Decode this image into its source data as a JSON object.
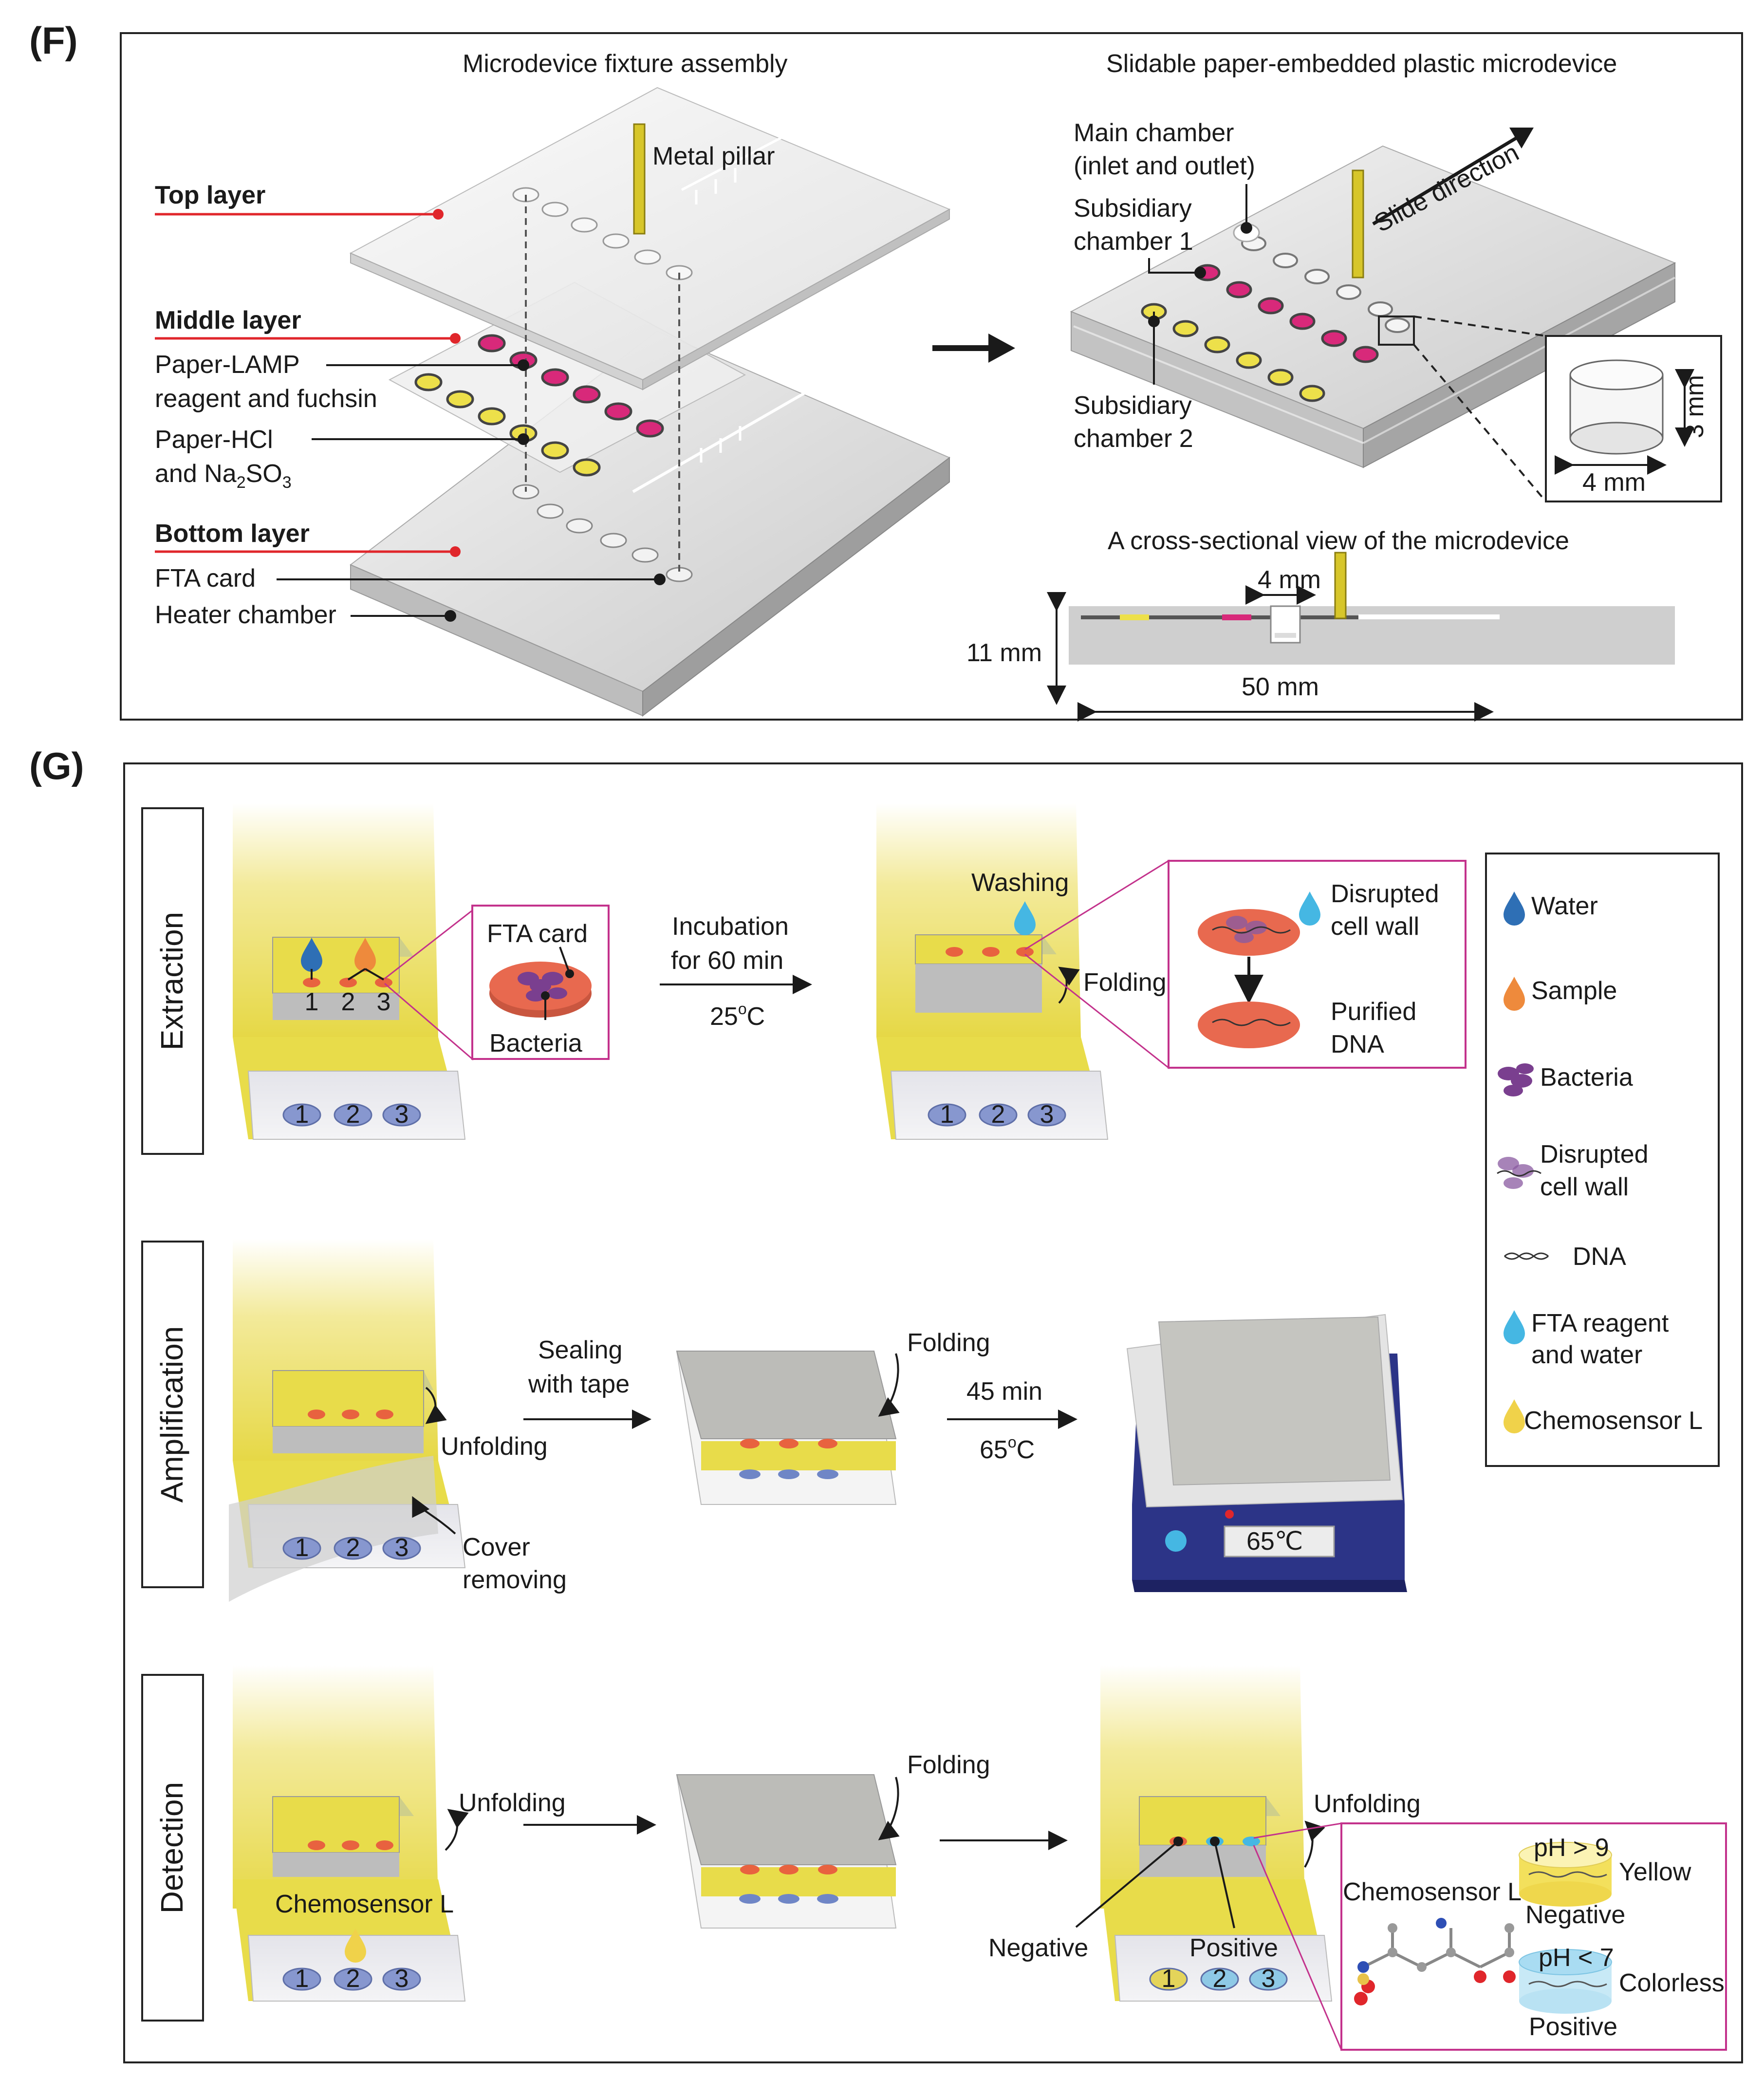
{
  "panel_f": {
    "letter": "(F)",
    "assembly_title": "Microdevice fixture assembly",
    "slidable_title": "Slidable paper-embedded plastic microdevice",
    "metal_pillar": "Metal pillar",
    "top_layer": "Top layer",
    "middle_layer": "Middle layer",
    "paper_lamp_1": "Paper-LAMP",
    "paper_lamp_2": "reagent and fuchsin",
    "paper_hcl_1": "Paper-HCl",
    "paper_hcl_2a": "and Na",
    "paper_hcl_sub2": "2",
    "paper_hcl_so": "SO",
    "paper_hcl_sub3": "3",
    "bottom_layer": "Bottom layer",
    "fta_card": "FTA card",
    "heater_chamber": "Heater chamber",
    "main_chamber_1": "Main chamber",
    "main_chamber_2": "(inlet and outlet)",
    "sub1_1": "Subsidiary",
    "sub1_2": "chamber 1",
    "slide_direction": "Slide direction",
    "sub2_1": "Subsidiary",
    "sub2_2": "chamber 2",
    "dim_3mm": "3 mm",
    "dim_4mm": "4 mm",
    "cross_title": "A cross-sectional view of the microdevice",
    "cross_4mm": "4 mm",
    "cross_11mm": "11 mm",
    "cross_50mm": "50 mm"
  },
  "panel_g": {
    "letter": "(G)",
    "stages": {
      "extraction": "Extraction",
      "amplification": "Amplification",
      "detection": "Detection"
    },
    "extraction": {
      "n1": "1",
      "n2": "2",
      "n3": "3",
      "fta_card": "FTA card",
      "bacteria": "Bacteria",
      "incubation_1": "Incubation",
      "incubation_2": "for 60 min",
      "temp_a": "25",
      "temp_sup": "o",
      "temp_c": "C",
      "washing": "Washing",
      "folding": "Folding",
      "disrupted_1": "Disrupted",
      "disrupted_2": "cell wall",
      "purified_1": "Purified",
      "purified_2": "DNA"
    },
    "amplification": {
      "unfolding": "Unfolding",
      "cover_1": "Cover",
      "cover_2": "removing",
      "sealing_1": "Sealing",
      "sealing_2": "with tape",
      "folding": "Folding",
      "time": "45 min",
      "temp_a": "65",
      "temp_sup": "o",
      "temp_c": "C",
      "display": "65℃"
    },
    "detection": {
      "unfolding_1": "Unfolding",
      "chemosensor": "Chemosensor L",
      "folding": "Folding",
      "unfolding_2": "Unfolding",
      "negative": "Negative",
      "positive": "Positive",
      "inset_chemosensor": "Chemosensor L",
      "ph_high": "pH > 9",
      "yellow": "Yellow",
      "inset_negative": "Negative",
      "ph_low": "pH < 7",
      "colorless": "Colorless",
      "inset_positive": "Positive"
    },
    "legend": [
      {
        "icon": "water-drop-icon",
        "label_1": "Water",
        "label_2": ""
      },
      {
        "icon": "sample-drop-icon",
        "label_1": "Sample",
        "label_2": ""
      },
      {
        "icon": "bacteria-icon",
        "label_1": "Bacteria",
        "label_2": ""
      },
      {
        "icon": "disrupted-cell-icon",
        "label_1": "Disrupted",
        "label_2": "cell wall"
      },
      {
        "icon": "dna-icon",
        "label_1": "DNA",
        "label_2": ""
      },
      {
        "icon": "fta-drop-icon",
        "label_1": "FTA reagent",
        "label_2": "and water"
      },
      {
        "icon": "chemosensor-drop-icon",
        "label_1": "Chemosensor L",
        "label_2": ""
      }
    ]
  },
  "colors": {
    "red_line": "#e0262b",
    "yellow_paper": "#ede04a",
    "pink_dot": "#d8297a",
    "orange_dot": "#e8623f",
    "blue_dot": "#6f86c6",
    "heater_blue": "#2c3487",
    "water": "#2e6fb5",
    "sample": "#ee8a3c",
    "cyan": "#45b7e3"
  }
}
